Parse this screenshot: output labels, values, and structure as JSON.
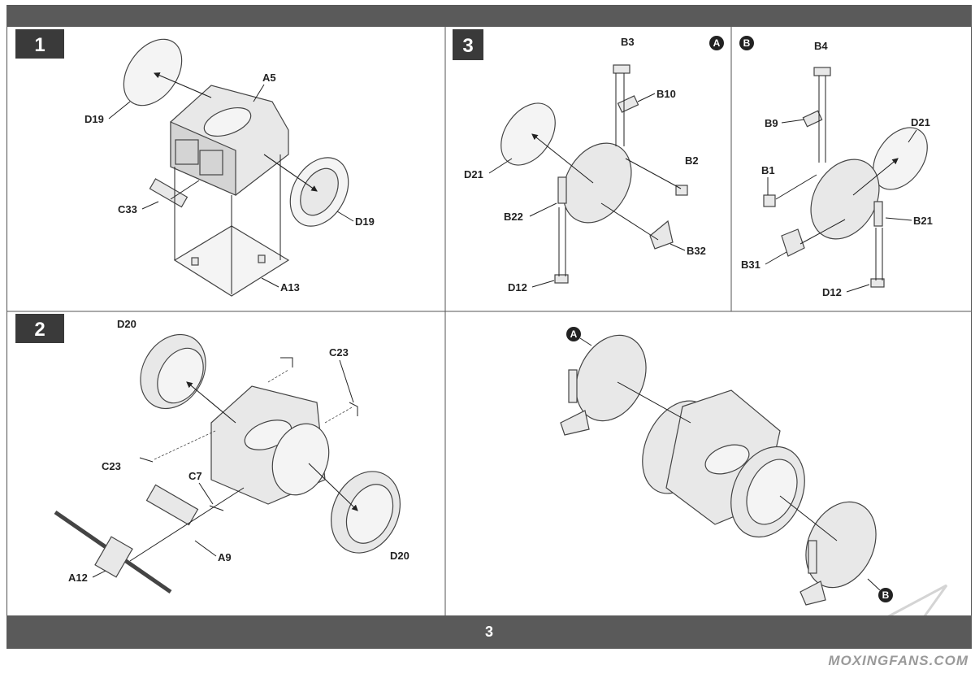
{
  "page": {
    "number": "3"
  },
  "steps": [
    {
      "number": "1",
      "labels": [
        "A5",
        "D19",
        "D19",
        "C33",
        "A13"
      ]
    },
    {
      "number": "2",
      "labels": [
        "D20",
        "C23",
        "C23",
        "C7",
        "A9",
        "A12",
        "D20"
      ]
    },
    {
      "number": "3",
      "labels": [
        "B3",
        "B10",
        "D21",
        "B2",
        "B22",
        "B32",
        "D12",
        "B4",
        "B9",
        "D21",
        "B1",
        "B21",
        "B31",
        "D12"
      ]
    }
  ],
  "subassemblies": {
    "a": "A",
    "b": "B"
  },
  "watermark": "MOXINGFANS.COM"
}
